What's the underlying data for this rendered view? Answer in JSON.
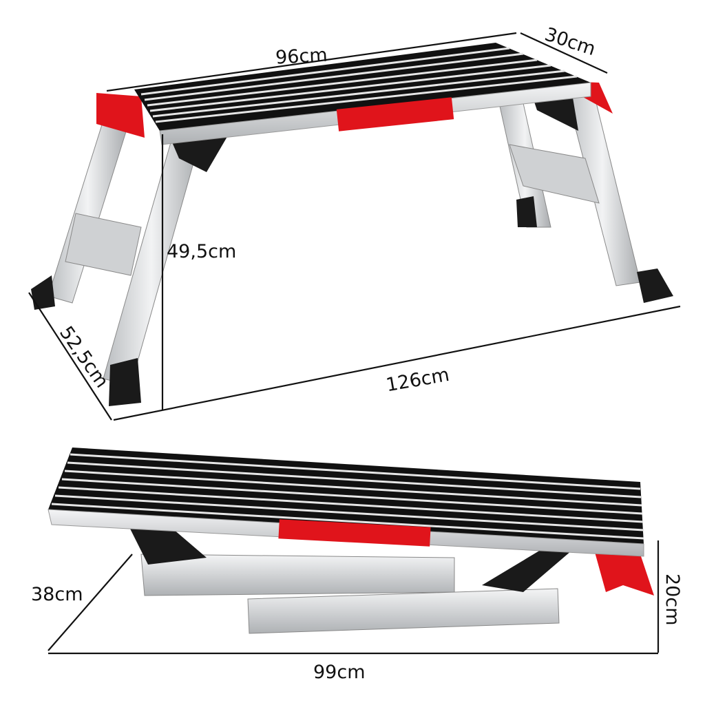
{
  "product": {
    "colors": {
      "aluminium": "#d8dadc",
      "tread": "#111111",
      "accent_red": "#e0141b",
      "foot": "#1a1a1a"
    }
  },
  "unfolded_view": {
    "dimensions": {
      "length_top": "96cm",
      "width_top": "30cm",
      "height": "49,5cm",
      "depth_base": "52,5cm",
      "length_base": "126cm"
    }
  },
  "folded_view": {
    "dimensions": {
      "depth": "38cm",
      "height": "20cm",
      "length": "99cm"
    }
  }
}
